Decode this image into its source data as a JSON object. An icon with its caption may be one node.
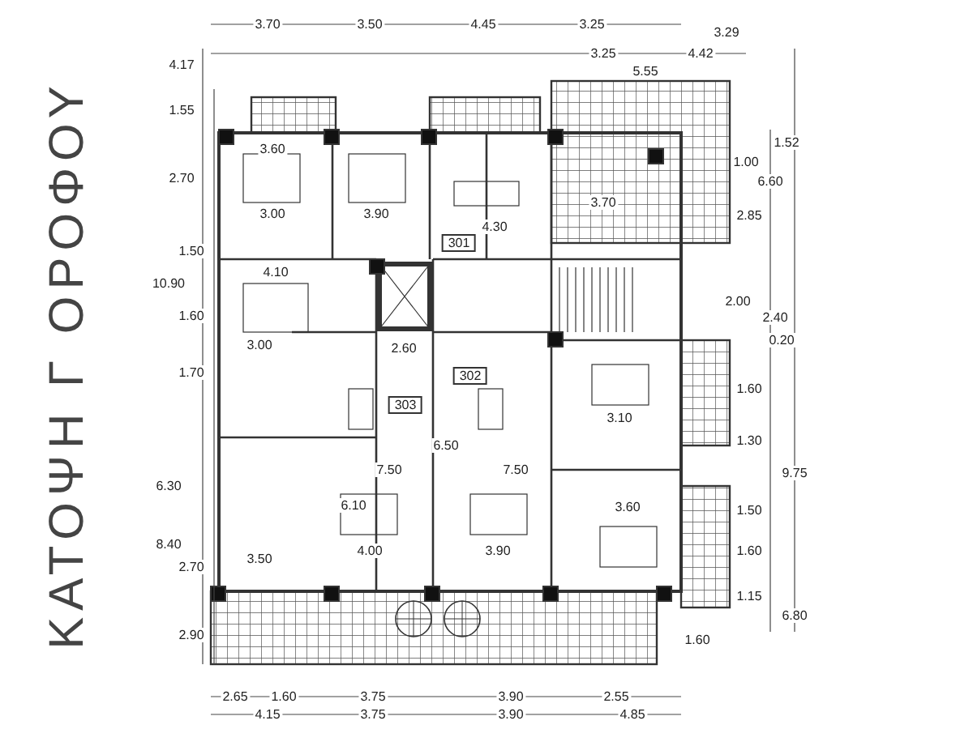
{
  "diagram": {
    "title": "ΚΑΤΟΨΗ Γ ΟΡΟΦΟΥ",
    "labels": [
      "3.70",
      "3.50",
      "4.45",
      "3.25",
      "3.29",
      "3.25",
      "4.42",
      "5.55",
      "4.17",
      "1.55",
      "2.70",
      "10.90",
      "1.50",
      "1.60",
      "1.70",
      "6.30",
      "8.40",
      "2.70",
      "2.90",
      "1.52",
      "1.00",
      "6.60",
      "2.85",
      "2.00",
      "2.40",
      "0.20",
      "1.60",
      "1.30",
      "9.75",
      "1.50",
      "1.60",
      "1.15",
      "6.80",
      "1.60",
      "2.65",
      "1.60",
      "3.75",
      "3.90",
      "2.55",
      "4.15",
      "3.75",
      "3.90",
      "4.85",
      "301",
      "303",
      "302",
      "3.60",
      "3.00",
      "3.90",
      "4.30",
      "3.70",
      "3.00",
      "4.10",
      "2.60",
      "3.10",
      "4.00",
      "3.90",
      "3.50",
      "3.60",
      "7.50",
      "7.50",
      "6.10",
      "6.50"
    ]
  }
}
